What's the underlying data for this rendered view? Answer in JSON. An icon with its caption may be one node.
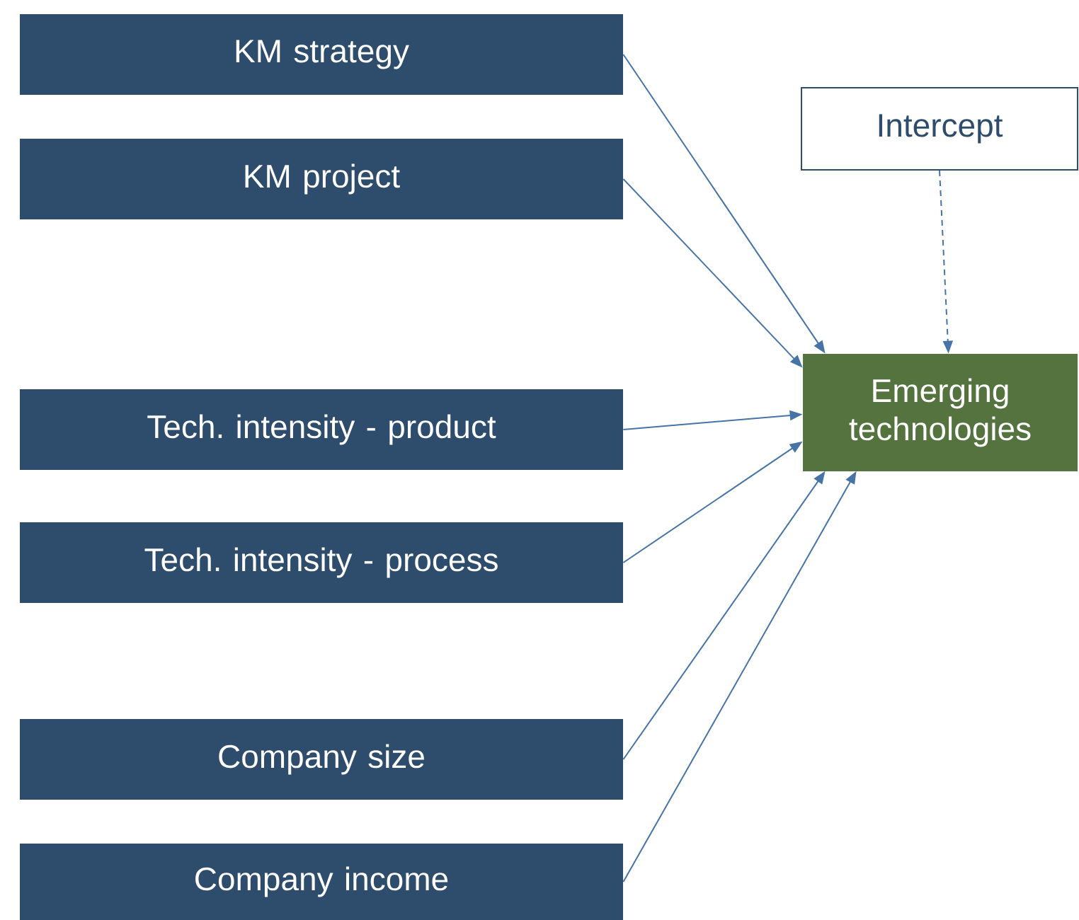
{
  "diagram": {
    "nodes": [
      {
        "text": [
          "KM strategy"
        ]
      },
      {
        "text": [
          "KM project"
        ]
      },
      {
        "text": [
          "Tech. intensity - product"
        ]
      },
      {
        "text": [
          "Tech. intensity - process"
        ]
      },
      {
        "text": [
          "Company size"
        ]
      },
      {
        "text": [
          "Company income"
        ]
      },
      {
        "text": [
          "Intercept"
        ]
      },
      {
        "text": [
          "Emerging technologies"
        ]
      }
    ],
    "edges": [
      {
        "from": 0,
        "to": 7,
        "arrow": "to"
      },
      {
        "from": 1,
        "to": 7,
        "arrow": "to"
      },
      {
        "from": 2,
        "to": 7,
        "arrow": "to"
      },
      {
        "from": 3,
        "to": 7,
        "arrow": "to"
      },
      {
        "from": 4,
        "to": 7,
        "arrow": "to"
      },
      {
        "from": 5,
        "to": 7,
        "arrow": "to"
      },
      {
        "from": 6,
        "to": 7,
        "arrow": "to",
        "style": "dashed"
      }
    ]
  }
}
